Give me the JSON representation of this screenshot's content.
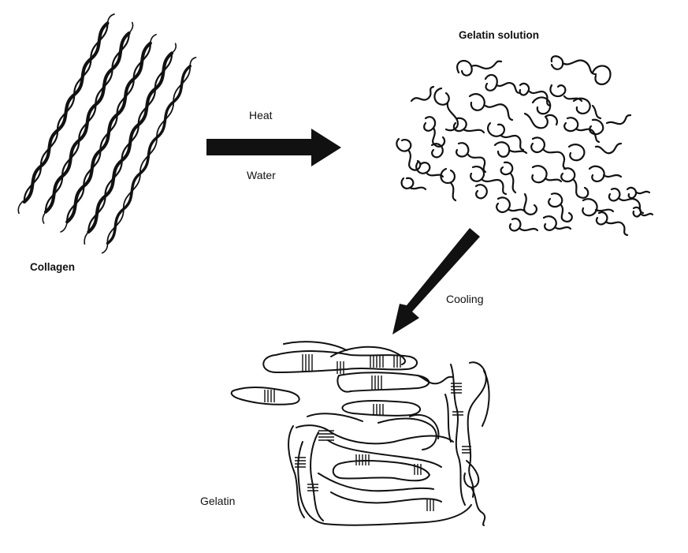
{
  "labels": {
    "gelatin_solution": "Gelatin solution",
    "heat": "Heat",
    "water": "Water",
    "collagen": "Collagen",
    "cooling": "Cooling",
    "gelatin": "Gelatin"
  },
  "colors": {
    "ink": "#111111",
    "background": "#ffffff"
  }
}
